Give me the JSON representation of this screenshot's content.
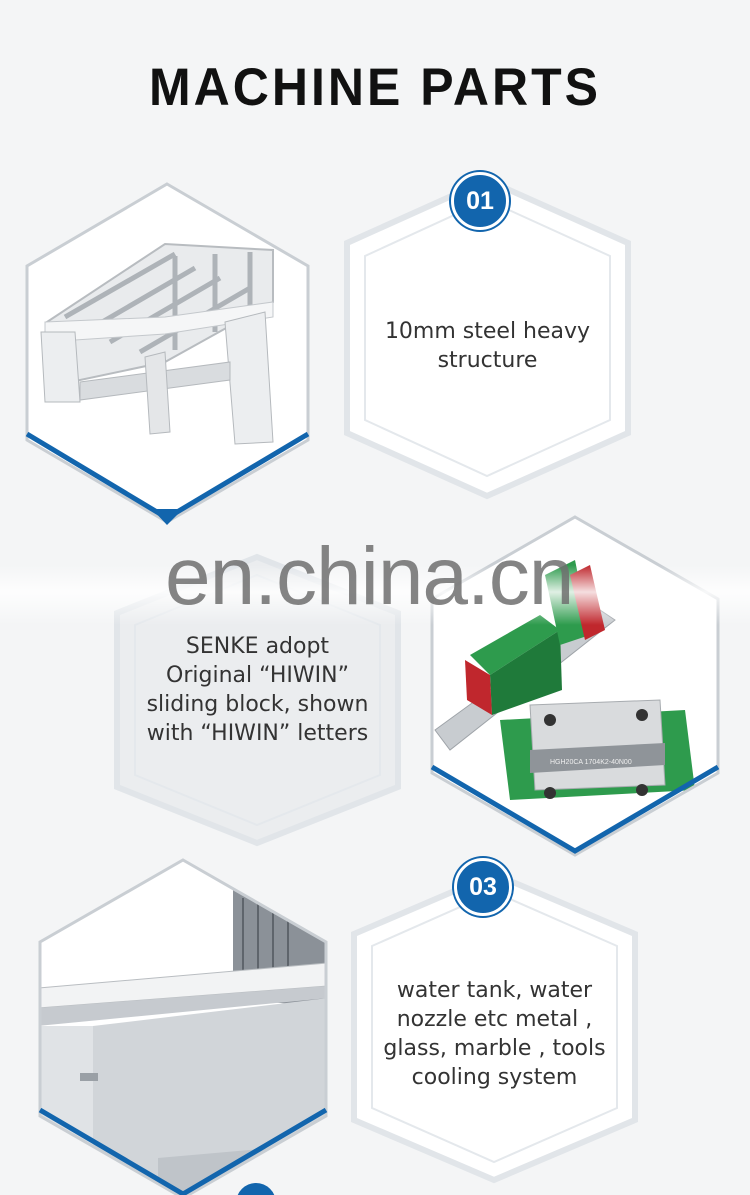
{
  "title": "MACHINE PARTS",
  "watermark": "en.china.cn",
  "colors": {
    "accent": "#1265ad",
    "background": "#f4f5f6",
    "frame": "#d8dde2"
  },
  "parts": [
    {
      "number": "01",
      "text_lines": [
        "10mm steel heavy",
        "structure"
      ],
      "image": "steel-frame-structure"
    },
    {
      "text_lines": [
        "SENKE adopt",
        "Original “HIWIN”",
        "sliding block, shown",
        "with “HIWIN” letters"
      ],
      "image": "hiwin-linear-guide-blocks",
      "block_label": "HGH20CA 1704K2-40N00"
    },
    {
      "number": "03",
      "text_lines": [
        "water tank, water",
        "nozzle etc metal ,",
        "glass, marble , tools",
        "cooling system"
      ],
      "image": "water-tank-machine-bed"
    }
  ]
}
